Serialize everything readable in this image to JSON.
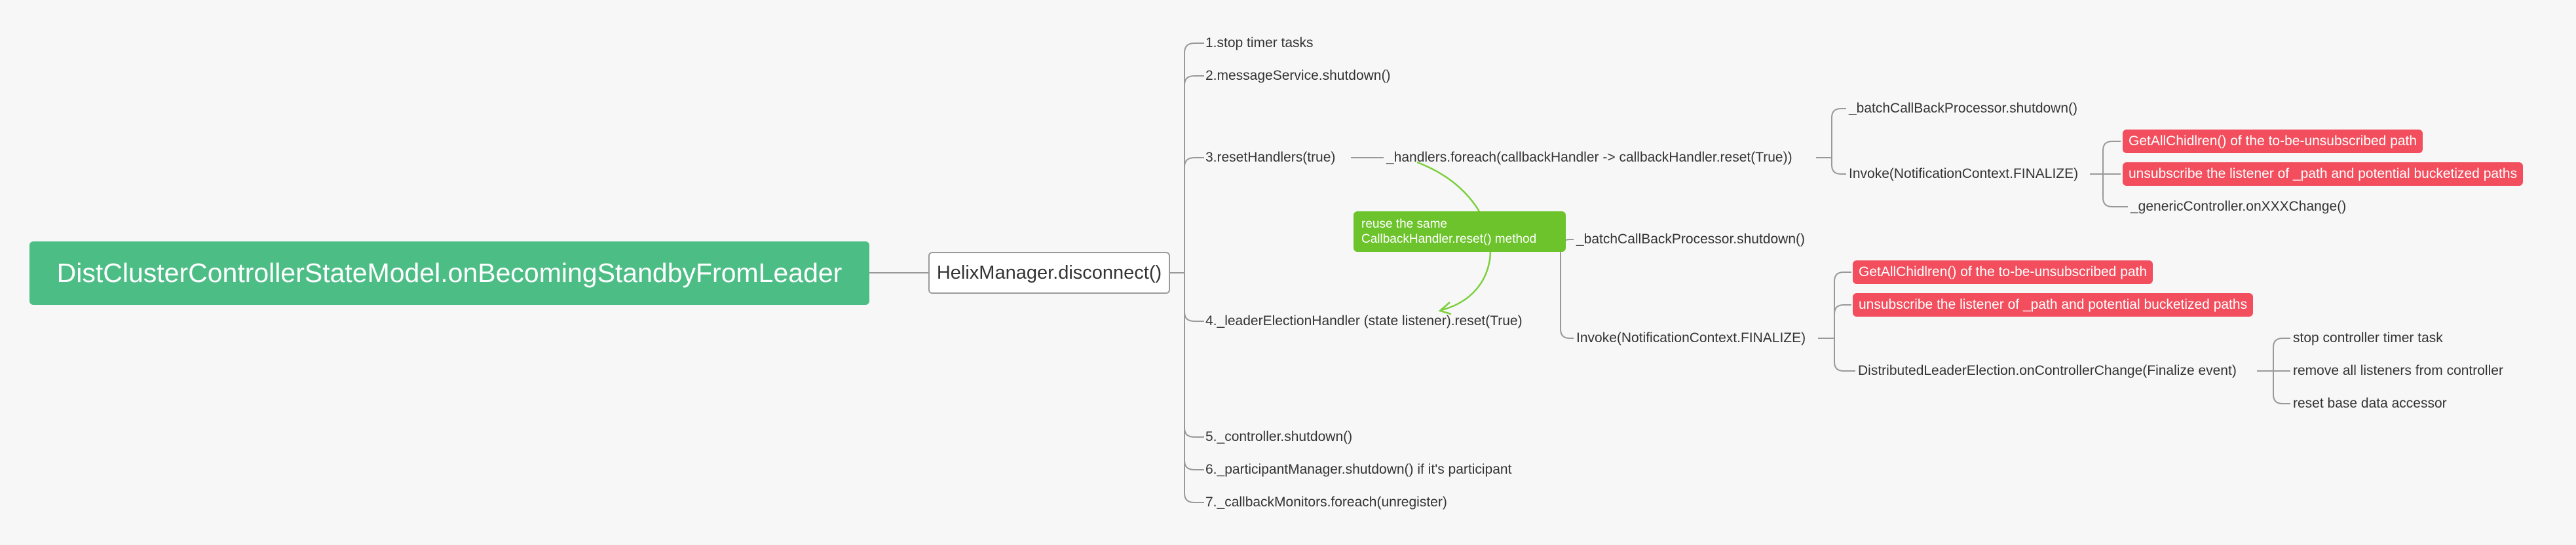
{
  "root": "DistClusterControllerStateModel.onBecomingStandbyFromLeader",
  "helix": "HelixManager.disconnect()",
  "steps": {
    "s1": "1.stop timer tasks",
    "s2": "2.messageService.shutdown()",
    "s3": "3.resetHandlers(true)",
    "s4": "4._leaderElectionHandler (state listener).reset(True)",
    "s5": "5._controller.shutdown()",
    "s6": "6._participantManager.shutdown() if it's participant",
    "s7": "7._callbackMonitors.foreach(unregister)"
  },
  "handlers_foreach": "_handlers.foreach(callbackHandler -> callbackHandler.reset(True))",
  "branch_a": {
    "batch_shutdown": "_batchCallBackProcessor.shutdown()",
    "invoke": "Invoke(NotificationContext.FINALIZE)",
    "get_children": "GetAllChidlren() of the to-be-unsubscribed path",
    "unsubscribe": "unsubscribe the listener of _path and potential bucketized paths",
    "generic_controller": "_genericController.onXXXChange()"
  },
  "branch_b": {
    "batch_shutdown": "_batchCallBackProcessor.shutdown()",
    "invoke": "Invoke(NotificationContext.FINALIZE)",
    "get_children": "GetAllChidlren() of the to-be-unsubscribed path",
    "unsubscribe": "unsubscribe the listener of _path and potential bucketized paths",
    "leader_change": "DistributedLeaderElection.onControllerChange(Finalize event)",
    "stop_timer": "stop controller timer task",
    "remove_listeners": "remove all listeners from controller",
    "reset_accessor": "reset base data accessor"
  },
  "note": {
    "line1": "reuse the same",
    "line2": "CallbackHandler.reset() method"
  },
  "colors": {
    "root": "#4dbd86",
    "highlight": "#f24e5d",
    "note": "#6cc32b",
    "connector": "#999999",
    "background": "#f7f7f7"
  }
}
